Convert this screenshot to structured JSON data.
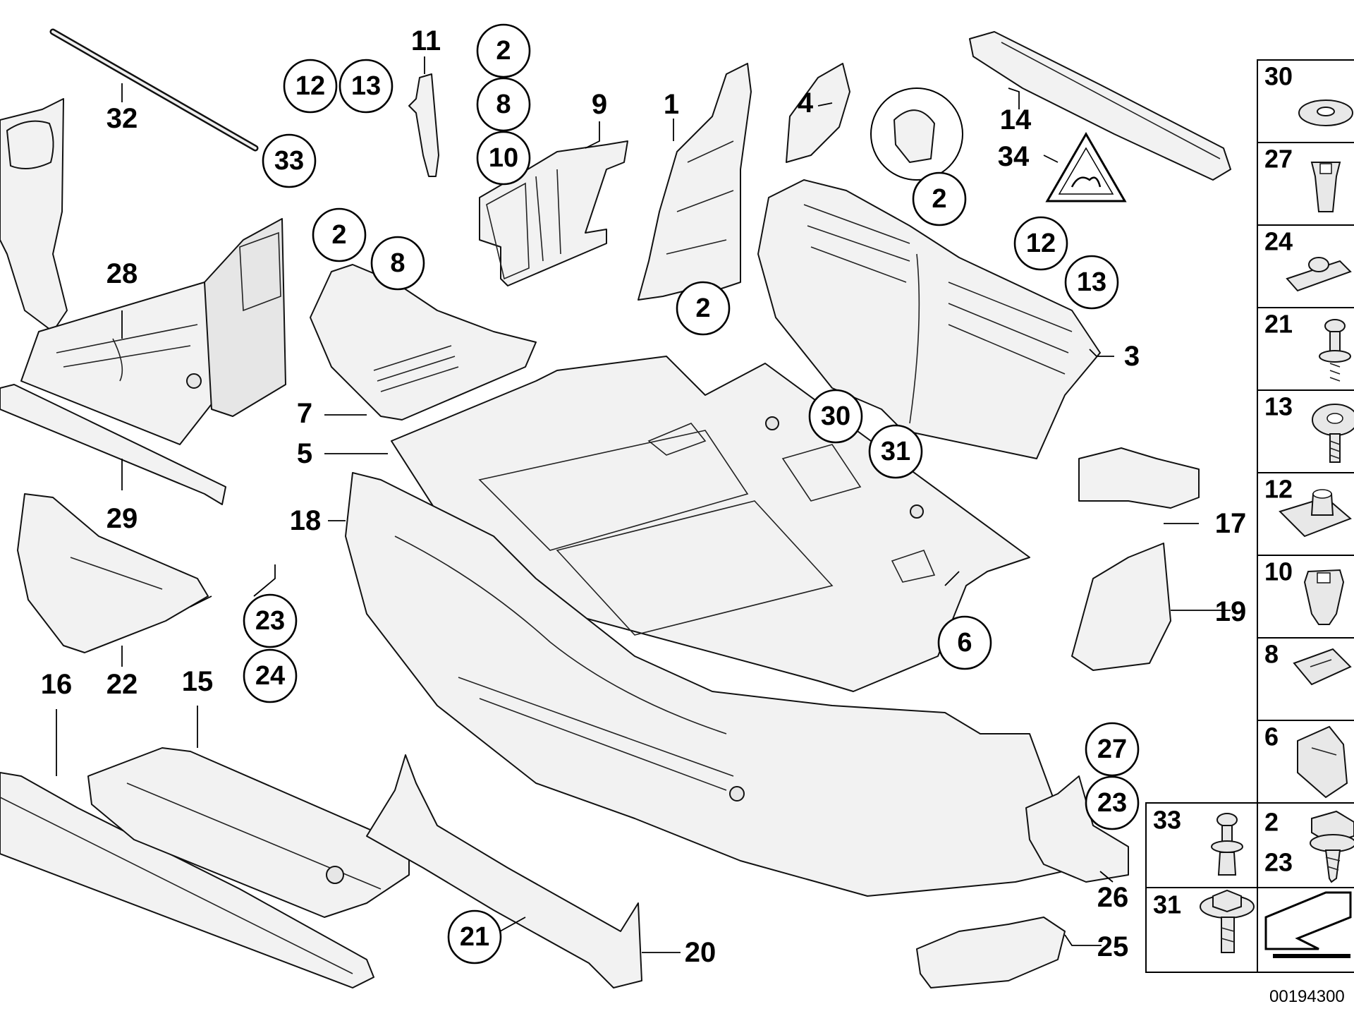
{
  "callouts_plain": [
    {
      "id": "p32",
      "text": "32"
    },
    {
      "id": "p11",
      "text": "11"
    },
    {
      "id": "p9",
      "text": "9"
    },
    {
      "id": "p1",
      "text": "1"
    },
    {
      "id": "p4",
      "text": "4"
    },
    {
      "id": "p14",
      "text": "14"
    },
    {
      "id": "p34",
      "text": "34"
    },
    {
      "id": "p28",
      "text": "28"
    },
    {
      "id": "p3",
      "text": "3"
    },
    {
      "id": "p7",
      "text": "7"
    },
    {
      "id": "p5",
      "text": "5"
    },
    {
      "id": "p18",
      "text": "18"
    },
    {
      "id": "p29",
      "text": "29"
    },
    {
      "id": "p17",
      "text": "17"
    },
    {
      "id": "p19",
      "text": "19"
    },
    {
      "id": "p16",
      "text": "16"
    },
    {
      "id": "p22",
      "text": "22"
    },
    {
      "id": "p15",
      "text": "15"
    },
    {
      "id": "p26",
      "text": "26"
    },
    {
      "id": "p25",
      "text": "25"
    },
    {
      "id": "p20",
      "text": "20"
    }
  ],
  "callouts_circled": [
    {
      "id": "c2a",
      "text": "2"
    },
    {
      "id": "c8a",
      "text": "8"
    },
    {
      "id": "c10",
      "text": "10"
    },
    {
      "id": "c12a",
      "text": "12"
    },
    {
      "id": "c13a",
      "text": "13"
    },
    {
      "id": "c33",
      "text": "33"
    },
    {
      "id": "c2b",
      "text": "2"
    },
    {
      "id": "c8b",
      "text": "8"
    },
    {
      "id": "c2c",
      "text": "2"
    },
    {
      "id": "c2d",
      "text": "2"
    },
    {
      "id": "c12b",
      "text": "12"
    },
    {
      "id": "c13b",
      "text": "13"
    },
    {
      "id": "c30",
      "text": "30"
    },
    {
      "id": "c31",
      "text": "31"
    },
    {
      "id": "c23a",
      "text": "23"
    },
    {
      "id": "c24",
      "text": "24"
    },
    {
      "id": "c6",
      "text": "6"
    },
    {
      "id": "c27",
      "text": "27"
    },
    {
      "id": "c23b",
      "text": "23"
    },
    {
      "id": "c21",
      "text": "21"
    }
  ],
  "fastener_legend": [
    {
      "text": "30",
      "icon": "washer-icon"
    },
    {
      "text": "27",
      "icon": "expansion-nut-icon"
    },
    {
      "text": "24",
      "icon": "clip-nut-icon"
    },
    {
      "text": "21",
      "icon": "screw-icon"
    },
    {
      "text": "13",
      "icon": "collar-screw-icon"
    },
    {
      "text": "12",
      "icon": "speed-nut-icon"
    },
    {
      "text": "10",
      "icon": "plastic-nut-icon"
    },
    {
      "text": "8",
      "icon": "spring-clip-icon"
    },
    {
      "text": "6",
      "icon": "bracket-clip-icon"
    }
  ],
  "fastener_bottom": [
    {
      "text": "33",
      "icon": "rivet-icon"
    },
    {
      "text": "2",
      "text2": "23",
      "icon": "hex-screw-icon"
    },
    {
      "text": "31",
      "icon": "flange-bolt-icon"
    },
    {
      "icon": "arrow-icon"
    }
  ],
  "diagram_code": "00194300"
}
